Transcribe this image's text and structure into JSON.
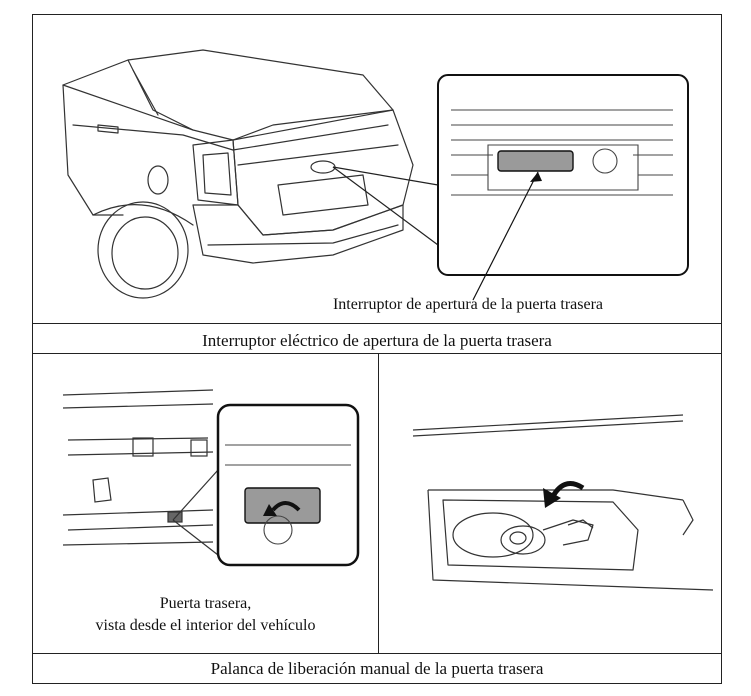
{
  "top_figure": {
    "callout_label": "Interruptor de apertura de la puerta trasera",
    "caption": "Interruptor eléctrico de apertura de la puerta trasera"
  },
  "bottom_left_figure": {
    "label_line1": "Puerta trasera,",
    "label_line2": "vista desde el interior del vehículo"
  },
  "bottom_caption": "Palanca de liberación manual de la puerta trasera",
  "colors": {
    "line": "#222222",
    "switch_fill": "#9a9a9a"
  }
}
